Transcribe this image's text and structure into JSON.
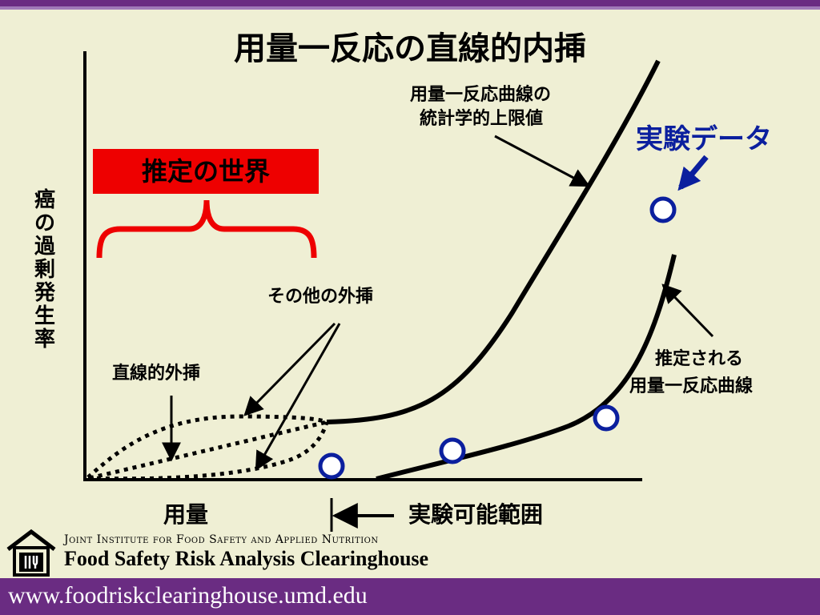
{
  "title": "用量一反応の直線的内挿",
  "y_axis_label": "癌の過剰発生率",
  "x_axis_label": "用量",
  "experimental_range_label": "実験可能範囲",
  "estimation_world_label": "推定の世界",
  "experimental_data_label": "実験データ",
  "upper_limit_label_line1": "用量一反応曲線の",
  "upper_limit_label_line2": "統計学的上限値",
  "estimated_curve_line1": "推定される",
  "estimated_curve_line2": "用量一反応曲線",
  "linear_extrapolation_label": "直線的外挿",
  "other_extrapolation_label": "その他の外挿",
  "colors": {
    "accent_red": "#ee0000",
    "data_blue": "#0b1f9e",
    "brand_purple": "#6a2c82"
  },
  "footer": {
    "institute": "Joint Institute for Food Safety and Applied Nutrition",
    "clearinghouse": "Food Safety Risk Analysis Clearinghouse",
    "url": "www.foodriskclearinghouse.umd.edu"
  }
}
